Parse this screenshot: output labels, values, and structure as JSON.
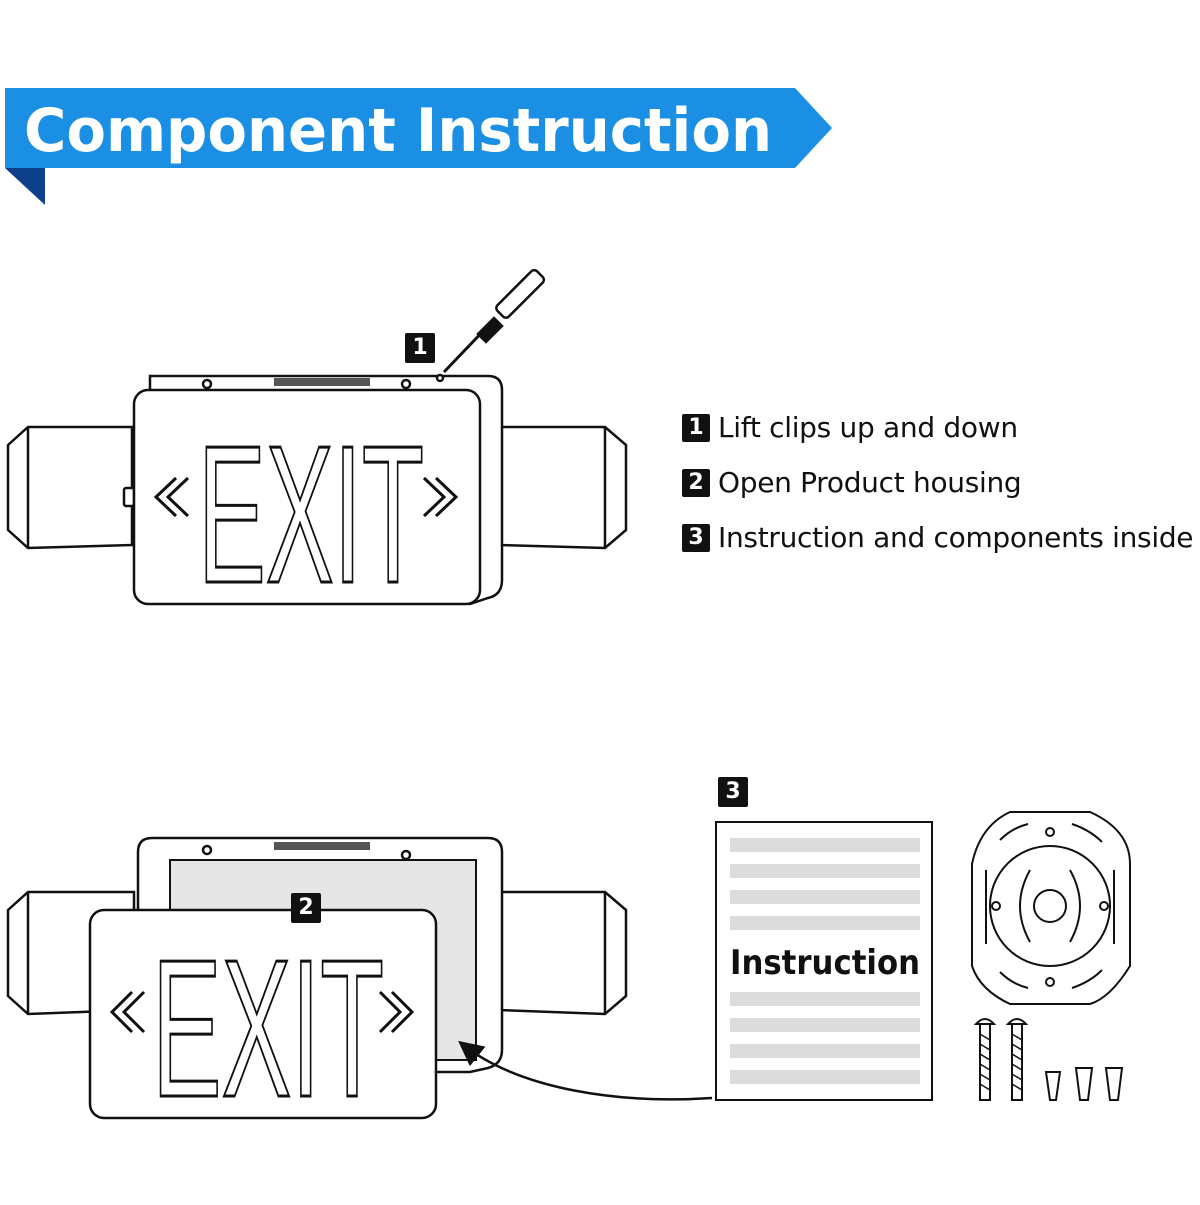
{
  "banner": {
    "title": "Component Instruction",
    "color": "#1a8fe3",
    "shadow_color": "#0d3f8a"
  },
  "steps": [
    {
      "number": "1",
      "text": "Lift clips up and down"
    },
    {
      "number": "2",
      "text": "Open Product housing"
    },
    {
      "number": "3",
      "text": "Instruction and components inside"
    }
  ],
  "sign_top": {
    "word": "EXIT"
  },
  "sign_bottom": {
    "word": "EXIT"
  },
  "callouts": {
    "one": "1",
    "two": "2",
    "three": "3"
  },
  "manual": {
    "label": "Instruction"
  },
  "icons": [
    "screwdriver-icon",
    "mounting-plate-icon",
    "screw-icon",
    "wire-nut-icon",
    "arrow-icon",
    "chevron-left-icon",
    "chevron-right-icon"
  ]
}
